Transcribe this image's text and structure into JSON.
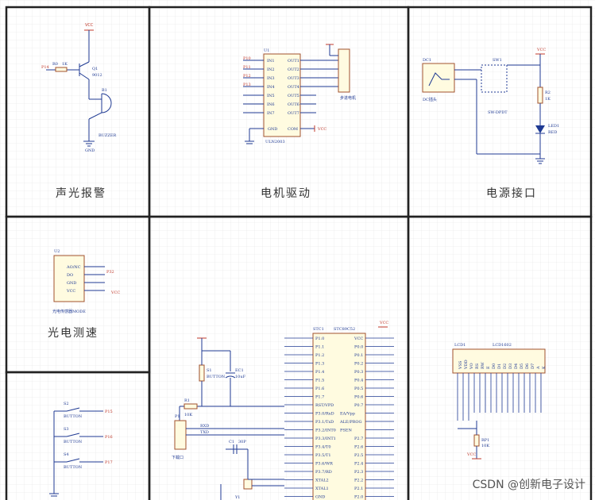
{
  "panels": {
    "alarm": {
      "title": "声光报警",
      "labels": {
        "r": "R0",
        "rv": "1K",
        "net": "P14",
        "q": "Q1",
        "qv": "9012",
        "b": "B1",
        "buzzer": "BUZZER",
        "vcc": "VCC",
        "gnd": "GND"
      }
    },
    "motor": {
      "title": "电机驱动",
      "labels": {
        "chip": "ULN2003",
        "u": "U1",
        "in": [
          "IN1",
          "IN2",
          "IN3",
          "IN4",
          "IN5",
          "IN6",
          "IN7"
        ],
        "out": [
          "OUT1",
          "OUT2",
          "OUT3",
          "OUT4",
          "OUT5",
          "OUT6",
          "OUT7"
        ],
        "gndpin": "GND",
        "com": "COM",
        "nets": [
          "P10",
          "P11",
          "P12",
          "P13"
        ],
        "motor": "步进电机",
        "vcc": "VCC"
      }
    },
    "power": {
      "title": "电源接口",
      "labels": {
        "dc": "DC1",
        "dcname": "DC插头",
        "sw": "SW1",
        "swname": "SW-DPDT",
        "r": "R2",
        "rv": "1K",
        "led": "LED1",
        "ledc": "RED",
        "vcc": "VCC"
      }
    },
    "speed": {
      "title": "光电测速",
      "labels": {
        "u": "U2",
        "pins": [
          "AO/NC",
          "DO",
          "GND",
          "VCC"
        ],
        "module": "光电传感器MODE",
        "net": "P32",
        "vcc": "VCC"
      }
    },
    "keys": {
      "labels": {
        "s": [
          "S2",
          "S3",
          "S4"
        ],
        "btn": "BUTTON",
        "nets": [
          "P15",
          "P16",
          "P17"
        ]
      }
    },
    "mcu": {
      "labels": {
        "chip": "STC89C52",
        "u": "STC1",
        "left": [
          "P1.0",
          "P1.1",
          "P1.2",
          "P1.3",
          "P1.4",
          "P1.5",
          "P1.6",
          "P1.7",
          "RST/VPD",
          "P3.0/RxD",
          "P3.1/TxD",
          "P3.2/INT0",
          "P3.3/INT1",
          "P3.4/T0",
          "P3.5/T1",
          "P3.6/WR",
          "P3.7/RD",
          "XTAL2",
          "XTAL1",
          "GND"
        ],
        "right": [
          "VCC",
          "P0.0",
          "P0.1",
          "P0.2",
          "P0.3",
          "P0.4",
          "P0.5",
          "P0.6",
          "P0.7",
          "EA/Vpp",
          "ALE/PROG",
          "PSEN",
          "P2.7",
          "P2.6",
          "P2.5",
          "P2.4",
          "P2.3",
          "P2.2",
          "P2.1",
          "P2.0"
        ],
        "s1": "S1",
        "btn": "BUTTON",
        "ec": "EC1",
        "ecv": "10uF",
        "r": "R1",
        "rv": "10K",
        "c": "C1",
        "cv": "30P",
        "y": "Y1",
        "prog": "下载口",
        "p": "P1",
        "rxd": "RXD",
        "txd": "TXD",
        "vcc": "VCC"
      }
    },
    "lcd": {
      "labels": {
        "chip": "LCD1602",
        "u": "LCD1",
        "pins": [
          "VSS",
          "VDD",
          "VO",
          "RS",
          "RW",
          "E",
          "D0",
          "D1",
          "D2",
          "D3",
          "D4",
          "D5",
          "D6",
          "D7",
          "A",
          "K"
        ],
        "rp": "RP1",
        "rpv": "10K",
        "vcc": "VCC"
      }
    }
  },
  "watermark": "CSDN @创新电子设计"
}
